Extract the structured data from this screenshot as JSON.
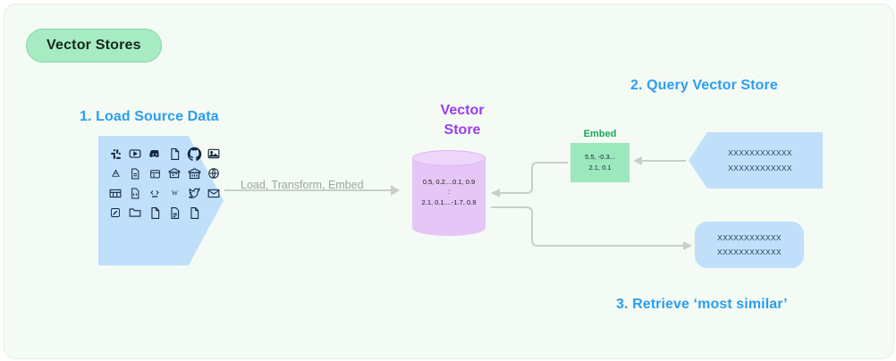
{
  "badge": {
    "label": "Vector Stores"
  },
  "steps": {
    "step1": "1. Load Source Data",
    "step2": "2. Query Vector Store",
    "step3": "3. Retrieve ‘most similar’"
  },
  "pipeline": {
    "arrow_label": "Load, Transform, Embed"
  },
  "vector_store": {
    "title_line1": "Vector",
    "title_line2": "Store",
    "row1": "0.5, 0.2....0.1, 0.9",
    "separator": ":",
    "row2": "2.1, 0.1....-1.7, 0.9"
  },
  "embed": {
    "label": "Embed",
    "row1": "5.5, -0.3...",
    "row2": "2.1, 0.1"
  },
  "query": {
    "line1": "XXXXXXXXXXXX",
    "line2": "XXXXXXXXXXXX"
  },
  "result": {
    "line1": "XXXXXXXXXXXX",
    "line2": "XXXXXXXXXXXX"
  },
  "colors": {
    "canvas_bg": "#f4fbf4",
    "badge_fill": "#a7ebc3",
    "accent_blue": "#2a9df4",
    "accent_purple": "#9b3cf0",
    "accent_green": "#18a558",
    "source_fill": "#bfdffb",
    "cylinder_fill": "#e5c6f6",
    "connector": "#c8cfc9"
  },
  "source_icons": [
    "slack-icon",
    "youtube-icon",
    "discord-icon",
    "file-icon",
    "github-icon",
    "image-icon",
    "google-drive-icon",
    "document-icon",
    "database-icon",
    "archive-icon",
    "server-icon",
    "globe-icon",
    "spreadsheet-icon",
    "code-file-icon",
    "html-icon",
    "wikipedia-icon",
    "twitter-icon",
    "email-icon",
    "app-icon",
    "folder-icon",
    "blank-file-icon",
    "text-file-icon",
    "page-file-icon"
  ]
}
